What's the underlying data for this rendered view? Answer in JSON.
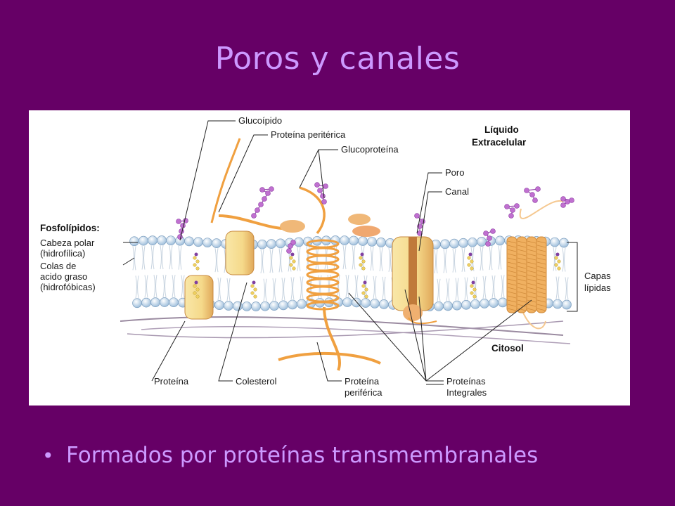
{
  "slide": {
    "title": "Poros y canales",
    "bullet": "Formados por proteínas transmembranales"
  },
  "diagram": {
    "labels": {
      "glucolipido": "Glucoípido",
      "proteina_periterica": "Proteína peritérica",
      "glucoproteina": "Glucoproteína",
      "liquido_1": "Líquido",
      "liquido_2": "Extracelular",
      "poro": "Poro",
      "canal": "Canal",
      "fosfolipidos": "Fosfolípidos:",
      "cabeza_1": "Cabeza polar",
      "cabeza_2": "(hidrofílica)",
      "colas_1": "Colas de",
      "colas_2": "acido graso",
      "colas_3": "(hidrofóbicas)",
      "capas_1": "Capas",
      "capas_2": "lípidas",
      "citosol": "Citosol",
      "proteina": "Proteína",
      "colesterol": "Colesterol",
      "proteina_periferica_1": "Proteína",
      "proteina_periferica_2": "periférica",
      "proteinas_integrales_1": "Proteínas",
      "proteinas_integrales_2": "Integrales"
    }
  },
  "colors": {
    "background": "#660066",
    "title_text": "#cc99ff",
    "protein": "#f5d98a",
    "helix": "#f0a040",
    "head": "#c9dcef",
    "sugar": "#c070d0"
  }
}
